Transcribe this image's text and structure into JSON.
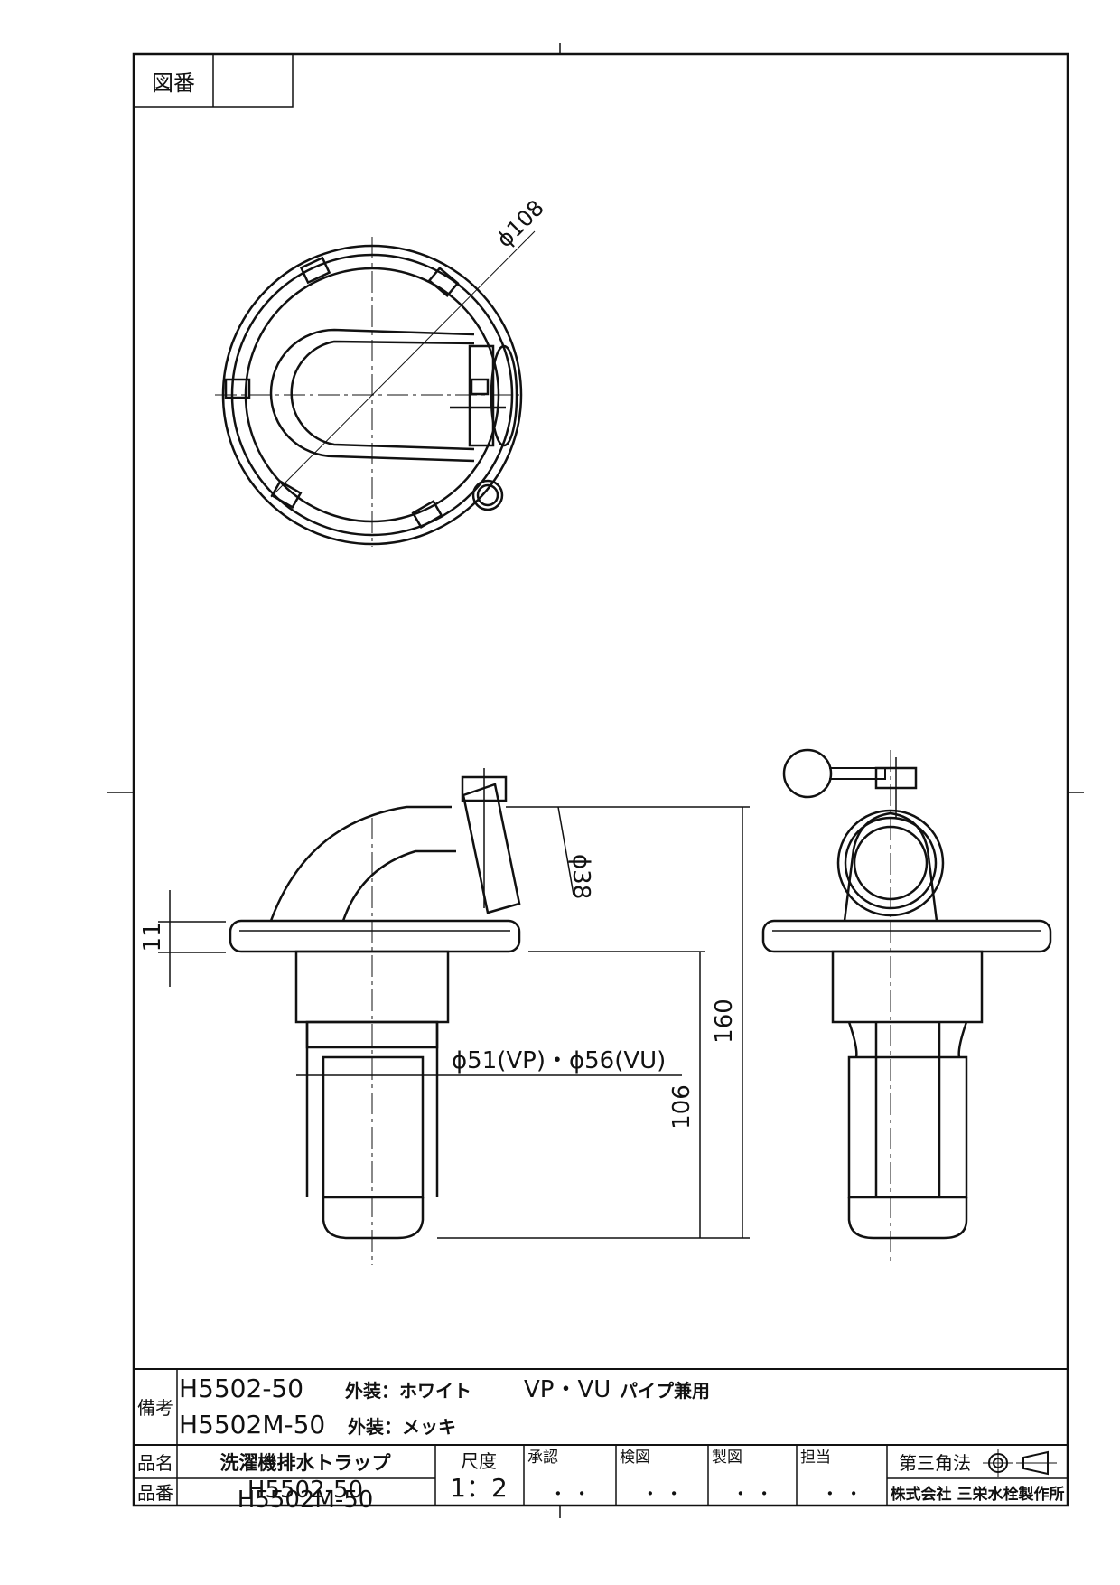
{
  "drawing_no_label": "図番",
  "dimensions": {
    "d108": "ϕ108",
    "d38": "ϕ38",
    "h11": "11",
    "h160": "160",
    "h106": "106",
    "d51_56": "ϕ51(VP)・ϕ56(VU)"
  },
  "title_block": {
    "remarks_label": "備考",
    "remark_line1": {
      "model": "H5502-50",
      "finish": "外装：ホワイト",
      "note": "VP・VU",
      "note_suffix": "パイプ兼用"
    },
    "remark_line2": {
      "model": "H5502M-50",
      "finish": "外装：メッキ"
    },
    "name_label": "品名",
    "name_value": "洗濯機排水トラップ",
    "number_label": "品番",
    "number_value_1": "H5502-50",
    "number_value_2": "H5502M-50",
    "scale_label": "尺度",
    "scale_value": "1：2",
    "approval_label": "承認",
    "check_label": "検図",
    "drafting_label": "製図",
    "charge_label": "担当",
    "date_mark": "・ ・",
    "projection_label": "第三角法",
    "company": "株式会社 三栄水栓製作所"
  }
}
